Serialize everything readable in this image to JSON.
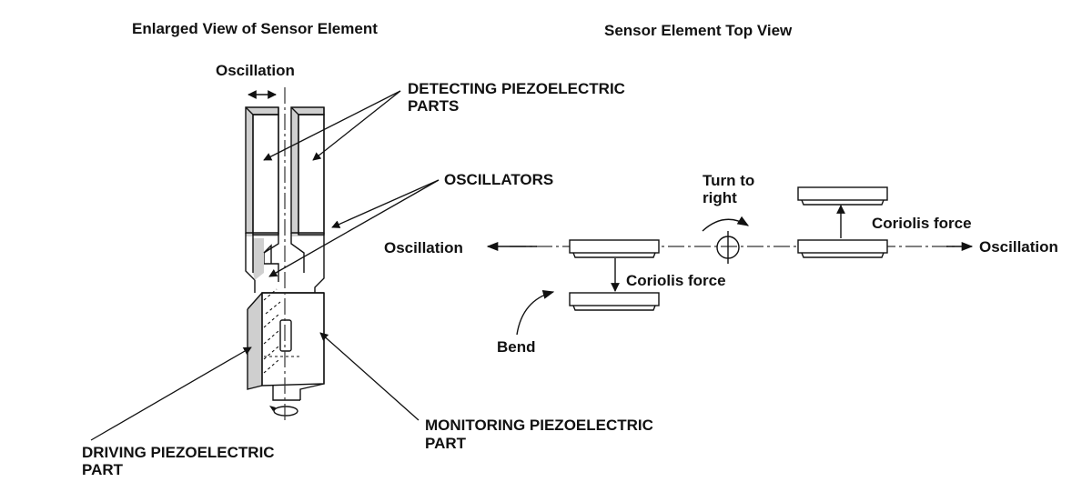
{
  "titles": {
    "left": "Enlarged View of Sensor Element",
    "right": "Sensor Element Top View"
  },
  "left_view": {
    "oscillation": "Oscillation",
    "detecting_line1": "DETECTING PIEZOELECTRIC",
    "detecting_line2": "PARTS",
    "oscillators": "OSCILLATORS",
    "driving_line1": "DRIVING PIEZOELECTRIC",
    "driving_line2": "PART",
    "monitoring_line1": "MONITORING PIEZOELECTRIC",
    "monitoring_line2": "PART"
  },
  "top_view": {
    "oscillation_left": "Oscillation",
    "oscillation_right": "Oscillation",
    "turn_line1": "Turn to",
    "turn_line2": "right",
    "coriolis_upper": "Coriolis force",
    "coriolis_lower": "Coriolis force",
    "bend": "Bend"
  }
}
